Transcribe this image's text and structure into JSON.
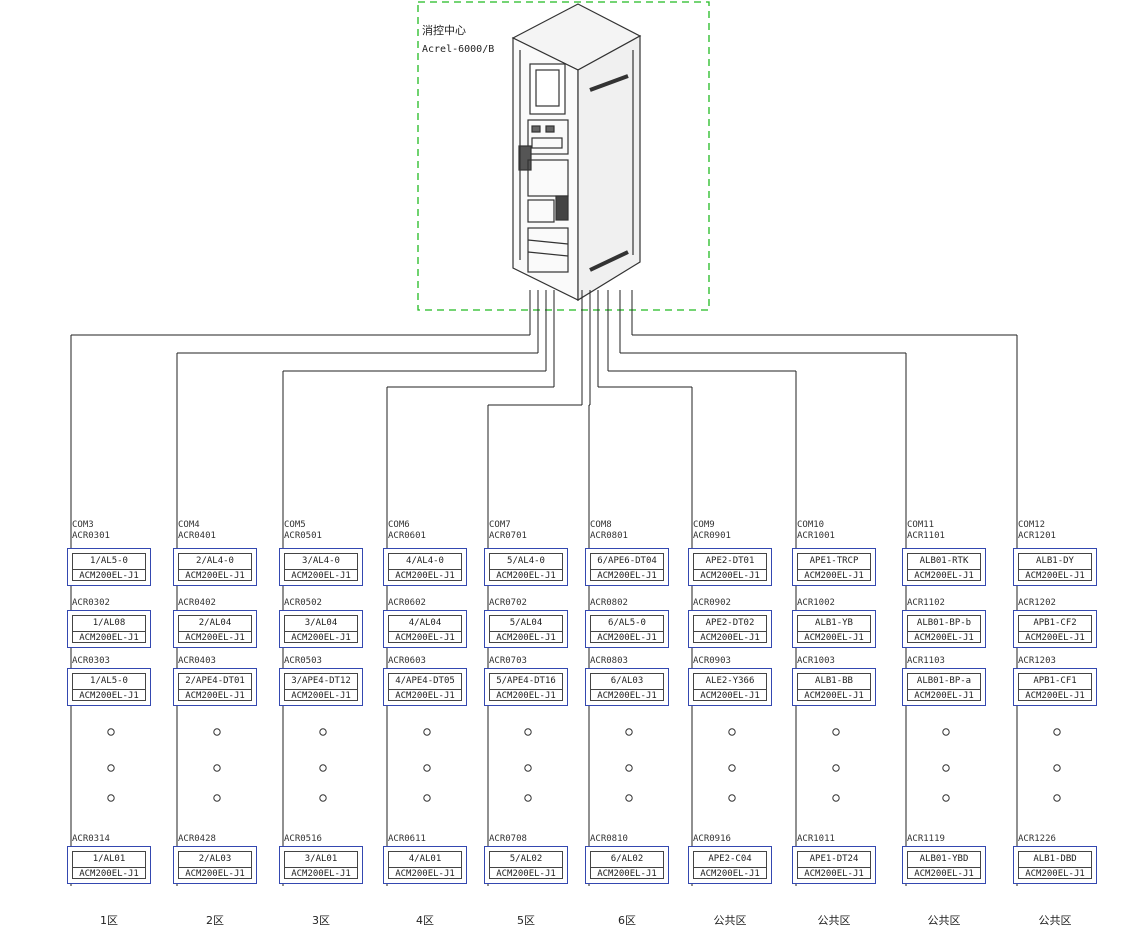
{
  "center": {
    "title": "消控中心",
    "model": "Acrel-6000/B"
  },
  "columns": [
    {
      "com": "COM3",
      "addr_top": "ACR0301",
      "devices": [
        {
          "addr": "ACR0301",
          "line1": "1/AL5-0",
          "line2": "ACM200EL-J1"
        },
        {
          "addr": "ACR0302",
          "line1": "1/AL08",
          "line2": "ACM200EL-J1"
        },
        {
          "addr": "ACR0303",
          "line1": "1/AL5-0",
          "line2": "ACM200EL-J1"
        },
        {
          "addr": "ACR0314",
          "line1": "1/AL01",
          "line2": "ACM200EL-J1"
        }
      ],
      "area": "1区"
    },
    {
      "com": "COM4",
      "addr_top": "ACR0401",
      "devices": [
        {
          "addr": "ACR0401",
          "line1": "2/AL4-0",
          "line2": "ACM200EL-J1"
        },
        {
          "addr": "ACR0402",
          "line1": "2/AL04",
          "line2": "ACM200EL-J1"
        },
        {
          "addr": "ACR0403",
          "line1": "2/APE4-DT01",
          "line2": "ACM200EL-J1"
        },
        {
          "addr": "ACR0428",
          "line1": "2/AL03",
          "line2": "ACM200EL-J1"
        }
      ],
      "area": "2区"
    },
    {
      "com": "COM5",
      "addr_top": "ACR0501",
      "devices": [
        {
          "addr": "ACR0501",
          "line1": "3/AL4-0",
          "line2": "ACM200EL-J1"
        },
        {
          "addr": "ACR0502",
          "line1": "3/AL04",
          "line2": "ACM200EL-J1"
        },
        {
          "addr": "ACR0503",
          "line1": "3/APE4-DT12",
          "line2": "ACM200EL-J1"
        },
        {
          "addr": "ACR0516",
          "line1": "3/AL01",
          "line2": "ACM200EL-J1"
        }
      ],
      "area": "3区"
    },
    {
      "com": "COM6",
      "addr_top": "ACR0601",
      "devices": [
        {
          "addr": "ACR0601",
          "line1": "4/AL4-0",
          "line2": "ACM200EL-J1"
        },
        {
          "addr": "ACR0602",
          "line1": "4/AL04",
          "line2": "ACM200EL-J1"
        },
        {
          "addr": "ACR0603",
          "line1": "4/APE4-DT05",
          "line2": "ACM200EL-J1"
        },
        {
          "addr": "ACR0611",
          "line1": "4/AL01",
          "line2": "ACM200EL-J1"
        }
      ],
      "area": "4区"
    },
    {
      "com": "COM7",
      "addr_top": "ACR0701",
      "devices": [
        {
          "addr": "ACR0701",
          "line1": "5/AL4-0",
          "line2": "ACM200EL-J1"
        },
        {
          "addr": "ACR0702",
          "line1": "5/AL04",
          "line2": "ACM200EL-J1"
        },
        {
          "addr": "ACR0703",
          "line1": "5/APE4-DT16",
          "line2": "ACM200EL-J1"
        },
        {
          "addr": "ACR0708",
          "line1": "5/AL02",
          "line2": "ACM200EL-J1"
        }
      ],
      "area": "5区"
    },
    {
      "com": "COM8",
      "addr_top": "ACR0801",
      "devices": [
        {
          "addr": "ACR0801",
          "line1": "6/APE6-DT04",
          "line2": "ACM200EL-J1"
        },
        {
          "addr": "ACR0802",
          "line1": "6/AL5-0",
          "line2": "ACM200EL-J1"
        },
        {
          "addr": "ACR0803",
          "line1": "6/AL03",
          "line2": "ACM200EL-J1"
        },
        {
          "addr": "ACR0810",
          "line1": "6/AL02",
          "line2": "ACM200EL-J1"
        }
      ],
      "area": "6区"
    },
    {
      "com": "COM9",
      "addr_top": "ACR0901",
      "devices": [
        {
          "addr": "ACR0901",
          "line1": "APE2-DT01",
          "line2": "ACM200EL-J1"
        },
        {
          "addr": "ACR0902",
          "line1": "APE2-DT02",
          "line2": "ACM200EL-J1"
        },
        {
          "addr": "ACR0903",
          "line1": "ALE2-Y366",
          "line2": "ACM200EL-J1"
        },
        {
          "addr": "ACR0916",
          "line1": "APE2-C04",
          "line2": "ACM200EL-J1"
        }
      ],
      "area": "公共区"
    },
    {
      "com": "COM10",
      "addr_top": "ACR1001",
      "devices": [
        {
          "addr": "ACR1001",
          "line1": "APE1-TRCP",
          "line2": "ACM200EL-J1"
        },
        {
          "addr": "ACR1002",
          "line1": "ALB1-YB",
          "line2": "ACM200EL-J1"
        },
        {
          "addr": "ACR1003",
          "line1": "ALB1-BB",
          "line2": "ACM200EL-J1"
        },
        {
          "addr": "ACR1011",
          "line1": "APE1-DT24",
          "line2": "ACM200EL-J1"
        }
      ],
      "area": "公共区"
    },
    {
      "com": "COM11",
      "addr_top": "ACR1101",
      "devices": [
        {
          "addr": "ACR1101",
          "line1": "ALB01-RTK",
          "line2": "ACM200EL-J1"
        },
        {
          "addr": "ACR1102",
          "line1": "ALB01-BP-b",
          "line2": "ACM200EL-J1"
        },
        {
          "addr": "ACR1103",
          "line1": "ALB01-BP-a",
          "line2": "ACM200EL-J1"
        },
        {
          "addr": "ACR1119",
          "line1": "ALB01-YBD",
          "line2": "ACM200EL-J1"
        }
      ],
      "area": "公共区"
    },
    {
      "com": "COM12",
      "addr_top": "ACR1201",
      "devices": [
        {
          "addr": "ACR1201",
          "line1": "ALB1-DY",
          "line2": "ACM200EL-J1"
        },
        {
          "addr": "ACR1202",
          "line1": "APB1-CF2",
          "line2": "ACM200EL-J1"
        },
        {
          "addr": "ACR1203",
          "line1": "APB1-CF1",
          "line2": "ACM200EL-J1"
        },
        {
          "addr": "ACR1226",
          "line1": "ALB1-DBD",
          "line2": "ACM200EL-J1"
        }
      ],
      "area": "公共区"
    }
  ],
  "colors": {
    "wire": "#222222",
    "device_border": "#3448b0",
    "center_boundary": "#22bb22"
  }
}
